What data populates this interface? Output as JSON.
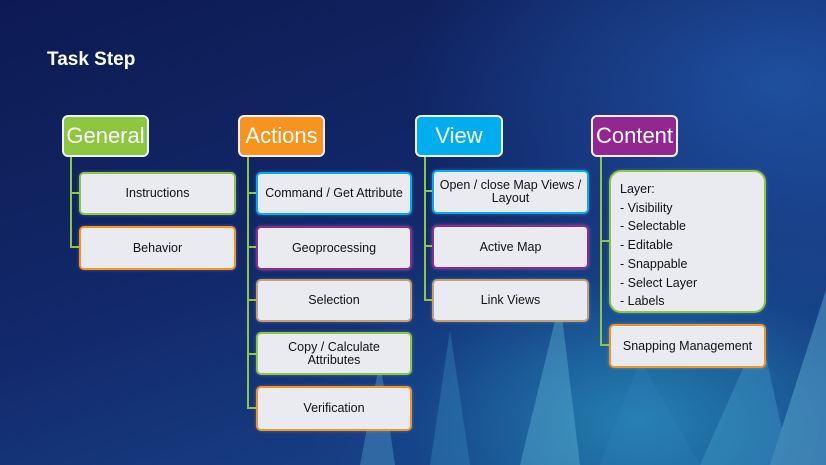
{
  "title": "Task Step",
  "colors": {
    "general": "#8dc63f",
    "actions": "#f7941d",
    "view": "#00aeef",
    "content": "#92278f",
    "tan": "#c4a070"
  },
  "columns": {
    "general": {
      "label": "General",
      "items": [
        "Instructions",
        "Behavior"
      ]
    },
    "actions": {
      "label": "Actions",
      "items": [
        "Command / Get Attribute",
        "Geoprocessing",
        "Selection",
        "Copy / Calculate Attributes",
        "Verification"
      ]
    },
    "view": {
      "label": "View",
      "items": [
        "Open / close Map Views / Layout",
        "Active Map",
        "Link Views"
      ]
    },
    "content": {
      "label": "Content",
      "layer_heading": "Layer:",
      "layer_items": [
        "- Visibility",
        "- Selectable",
        "- Editable",
        "- Snappable",
        "- Select Layer",
        "- Labels"
      ],
      "items": [
        "Snapping Management"
      ]
    }
  }
}
